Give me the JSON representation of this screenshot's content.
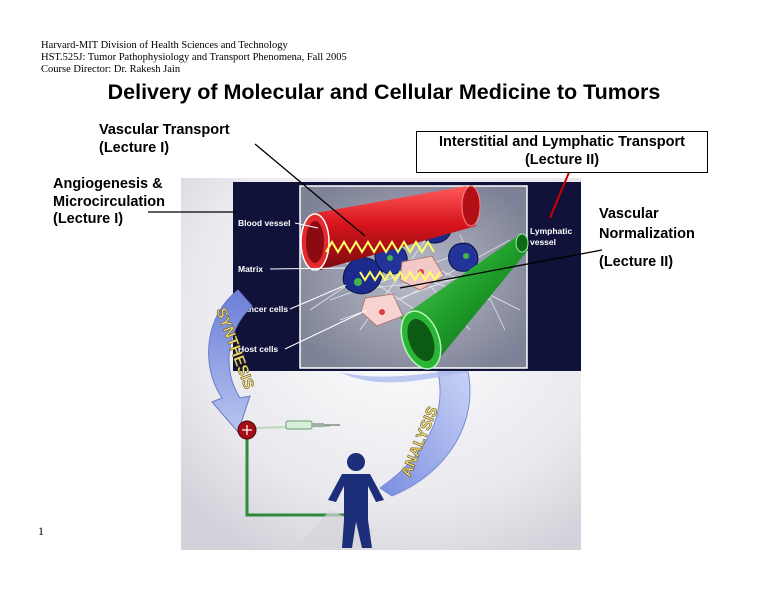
{
  "header": {
    "line1": "Harvard-MIT Division of Health Sciences and Technology",
    "line2": "HST.525J: Tumor Pathophysiology and Transport Phenomena, Fall 2005",
    "line3": "Course Director: Dr. Rakesh Jain"
  },
  "title": "Delivery of Molecular and Cellular Medicine to Tumors",
  "callouts": {
    "vascular_transport": [
      "Vascular Transport",
      "(Lecture I)"
    ],
    "interstitial": [
      "Interstitial and Lymphatic Transport",
      "(Lecture II)"
    ],
    "angiogenesis": [
      "Angiogenesis &",
      "Microcirculation",
      "(Lecture I)"
    ],
    "normalization": [
      "Vascular",
      "Normalization",
      "(Lecture II)"
    ]
  },
  "figure": {
    "labels": {
      "blood_vessel": "Blood vessel",
      "matrix": "Matrix",
      "cancer_cells": "Cancer cells",
      "host_cells": "Host cells",
      "lymphatic": [
        "Lymphatic",
        "vessel"
      ]
    },
    "arrows": {
      "synthesis": "SYNTHESIS",
      "analysis": "ANALYSIS"
    }
  },
  "page_number": "1",
  "colors": {
    "blood_vessel": "#d8141c",
    "lymphatic_vessel": "#1f9e2a",
    "panel": "#10123a"
  }
}
